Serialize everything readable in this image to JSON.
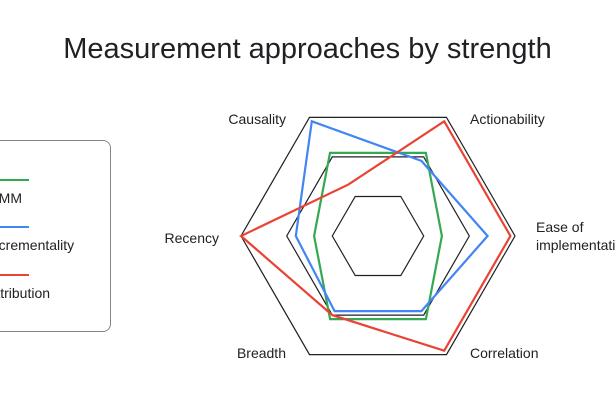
{
  "chart_data": {
    "type": "radar",
    "title": "Measurement approaches by strength",
    "axes": [
      "Actionability",
      "Ease of implementation",
      "Correlation",
      "Breadth",
      "Recency",
      "Causality"
    ],
    "axis_label_lines": {
      "Ease of implementation": [
        "Ease of",
        "implementation"
      ]
    },
    "rings": [
      1,
      2,
      3
    ],
    "range": [
      0,
      3
    ],
    "grid": true,
    "legend_position": "left",
    "series": [
      {
        "name": "MMM",
        "color": "#34a853",
        "values": [
          2.1,
          1.4,
          2.1,
          2.1,
          1.4,
          2.1
        ]
      },
      {
        "name": "Incrementality",
        "color": "#4285f4",
        "values": [
          1.9,
          2.4,
          1.9,
          1.9,
          1.8,
          2.9
        ]
      },
      {
        "name": "Attribution",
        "color": "#ea4335",
        "values": [
          2.9,
          2.9,
          2.9,
          2.0,
          3.0,
          1.3
        ]
      }
    ],
    "legend_labels": [
      "MMM",
      "Incrementality",
      "Attribution"
    ]
  }
}
